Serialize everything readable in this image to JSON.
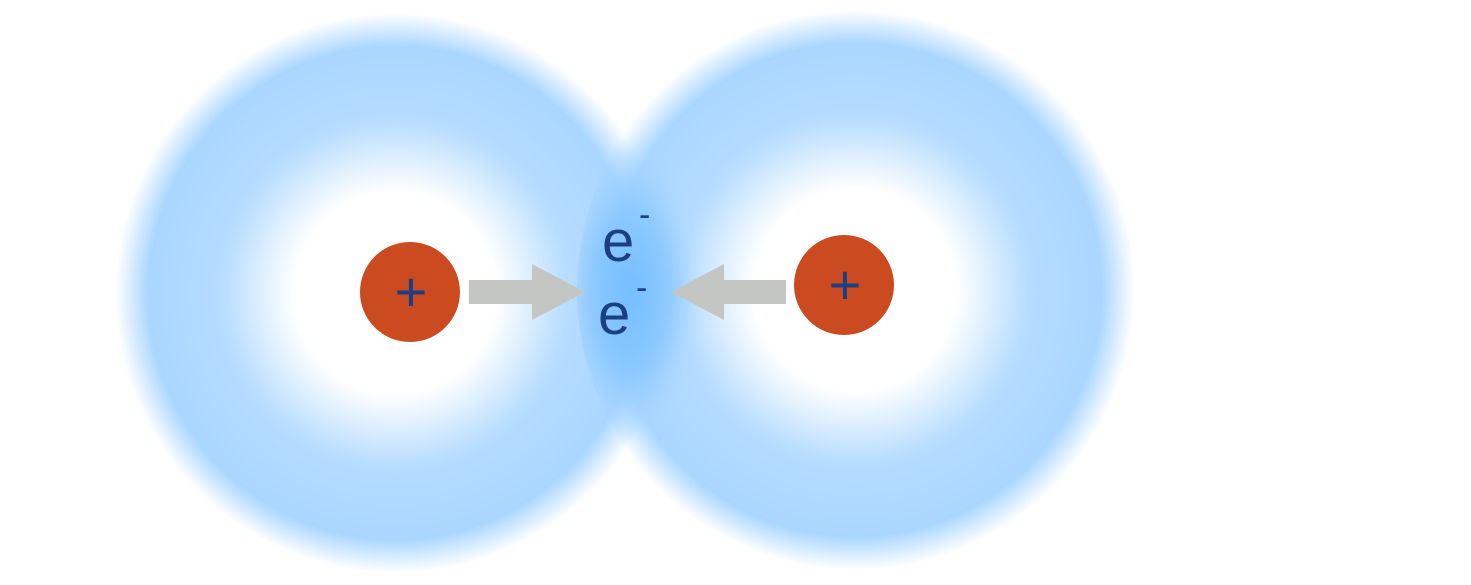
{
  "diagram": {
    "left_nucleus": {
      "charge_symbol": "+",
      "color": "#cc4a1f"
    },
    "right_nucleus": {
      "charge_symbol": "+",
      "color": "#cc4a1f"
    },
    "shared_electrons": [
      {
        "symbol": "e",
        "charge": "-"
      },
      {
        "symbol": "e",
        "charge": "-"
      }
    ],
    "colors": {
      "cloud": "#a8d8ff",
      "overlap": "#6fbcff",
      "arrow": "#c4c6c4",
      "text": "#1b3f82",
      "background": "#ffffff"
    },
    "arrows": [
      {
        "direction": "right",
        "from": "left-nucleus",
        "to": "shared-electrons"
      },
      {
        "direction": "left",
        "from": "right-nucleus",
        "to": "shared-electrons"
      }
    ]
  }
}
